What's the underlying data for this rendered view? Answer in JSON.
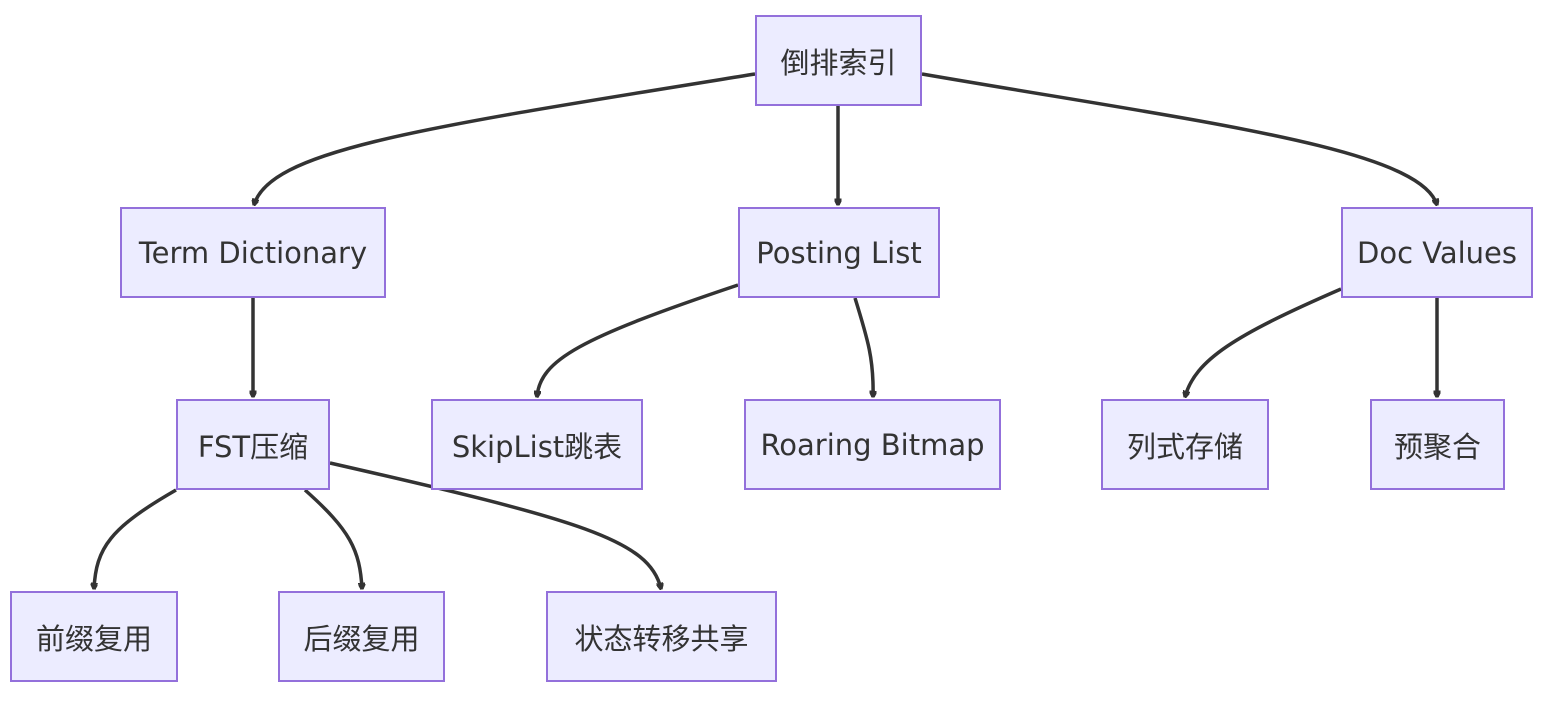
{
  "nodes": {
    "root": "倒排索引",
    "term_dictionary": "Term Dictionary",
    "posting_list": "Posting List",
    "doc_values": "Doc Values",
    "fst": "FST压缩",
    "skiplist": "SkipList跳表",
    "roaring_bitmap": "Roaring Bitmap",
    "columnar": "列式存储",
    "preagg": "预聚合",
    "prefix_reuse": "前缀复用",
    "suffix_reuse": "后缀复用",
    "state_transfer": "状态转移共享"
  },
  "edges": [
    [
      "root",
      "term_dictionary"
    ],
    [
      "root",
      "posting_list"
    ],
    [
      "root",
      "doc_values"
    ],
    [
      "term_dictionary",
      "fst"
    ],
    [
      "posting_list",
      "skiplist"
    ],
    [
      "posting_list",
      "roaring_bitmap"
    ],
    [
      "doc_values",
      "columnar"
    ],
    [
      "doc_values",
      "preagg"
    ],
    [
      "fst",
      "prefix_reuse"
    ],
    [
      "fst",
      "suffix_reuse"
    ],
    [
      "fst",
      "state_transfer"
    ]
  ],
  "colors": {
    "node_fill": "#ECECFF",
    "node_border": "#9370DB",
    "edge": "#333333",
    "text": "#333333"
  }
}
